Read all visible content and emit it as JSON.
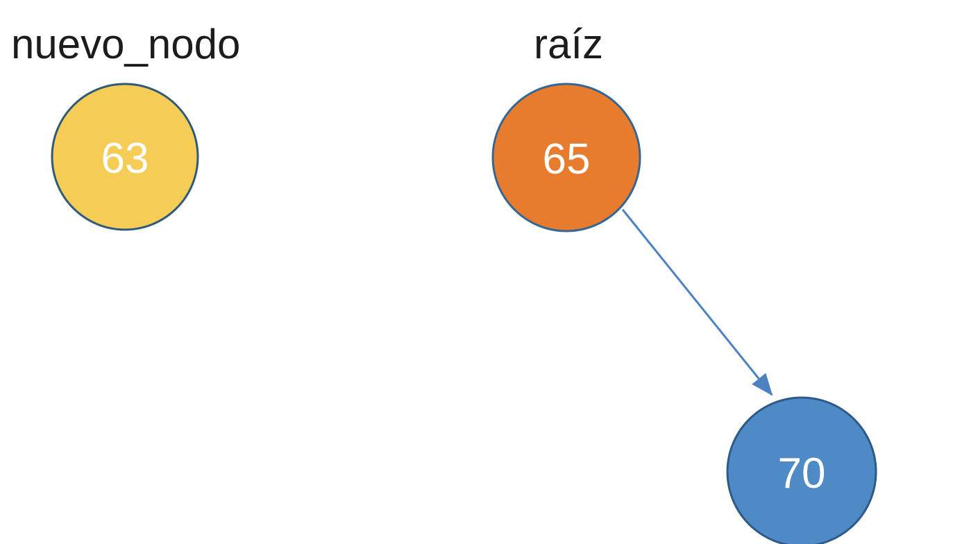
{
  "canvas": {
    "background": "#FFFFFF"
  },
  "nodes": [
    {
      "label": "nuevo_nodo",
      "value": "63",
      "fill": "#F5CC56",
      "stroke": "#2E5B78",
      "text_color": "#FFFFFF"
    },
    {
      "label": "raíz",
      "value": "65",
      "fill": "#E87C2E",
      "stroke": "#366694",
      "text_color": "#FFFFFF"
    },
    {
      "value": "70",
      "fill": "#4E8AC6",
      "stroke": "#2D5A88",
      "text_color": "#FFFFFF"
    }
  ],
  "edge": {
    "from_value": "65",
    "to_value": "70",
    "color": "#4C82C2",
    "style": "straight-arrow"
  },
  "label_color": "#1C1C1C"
}
